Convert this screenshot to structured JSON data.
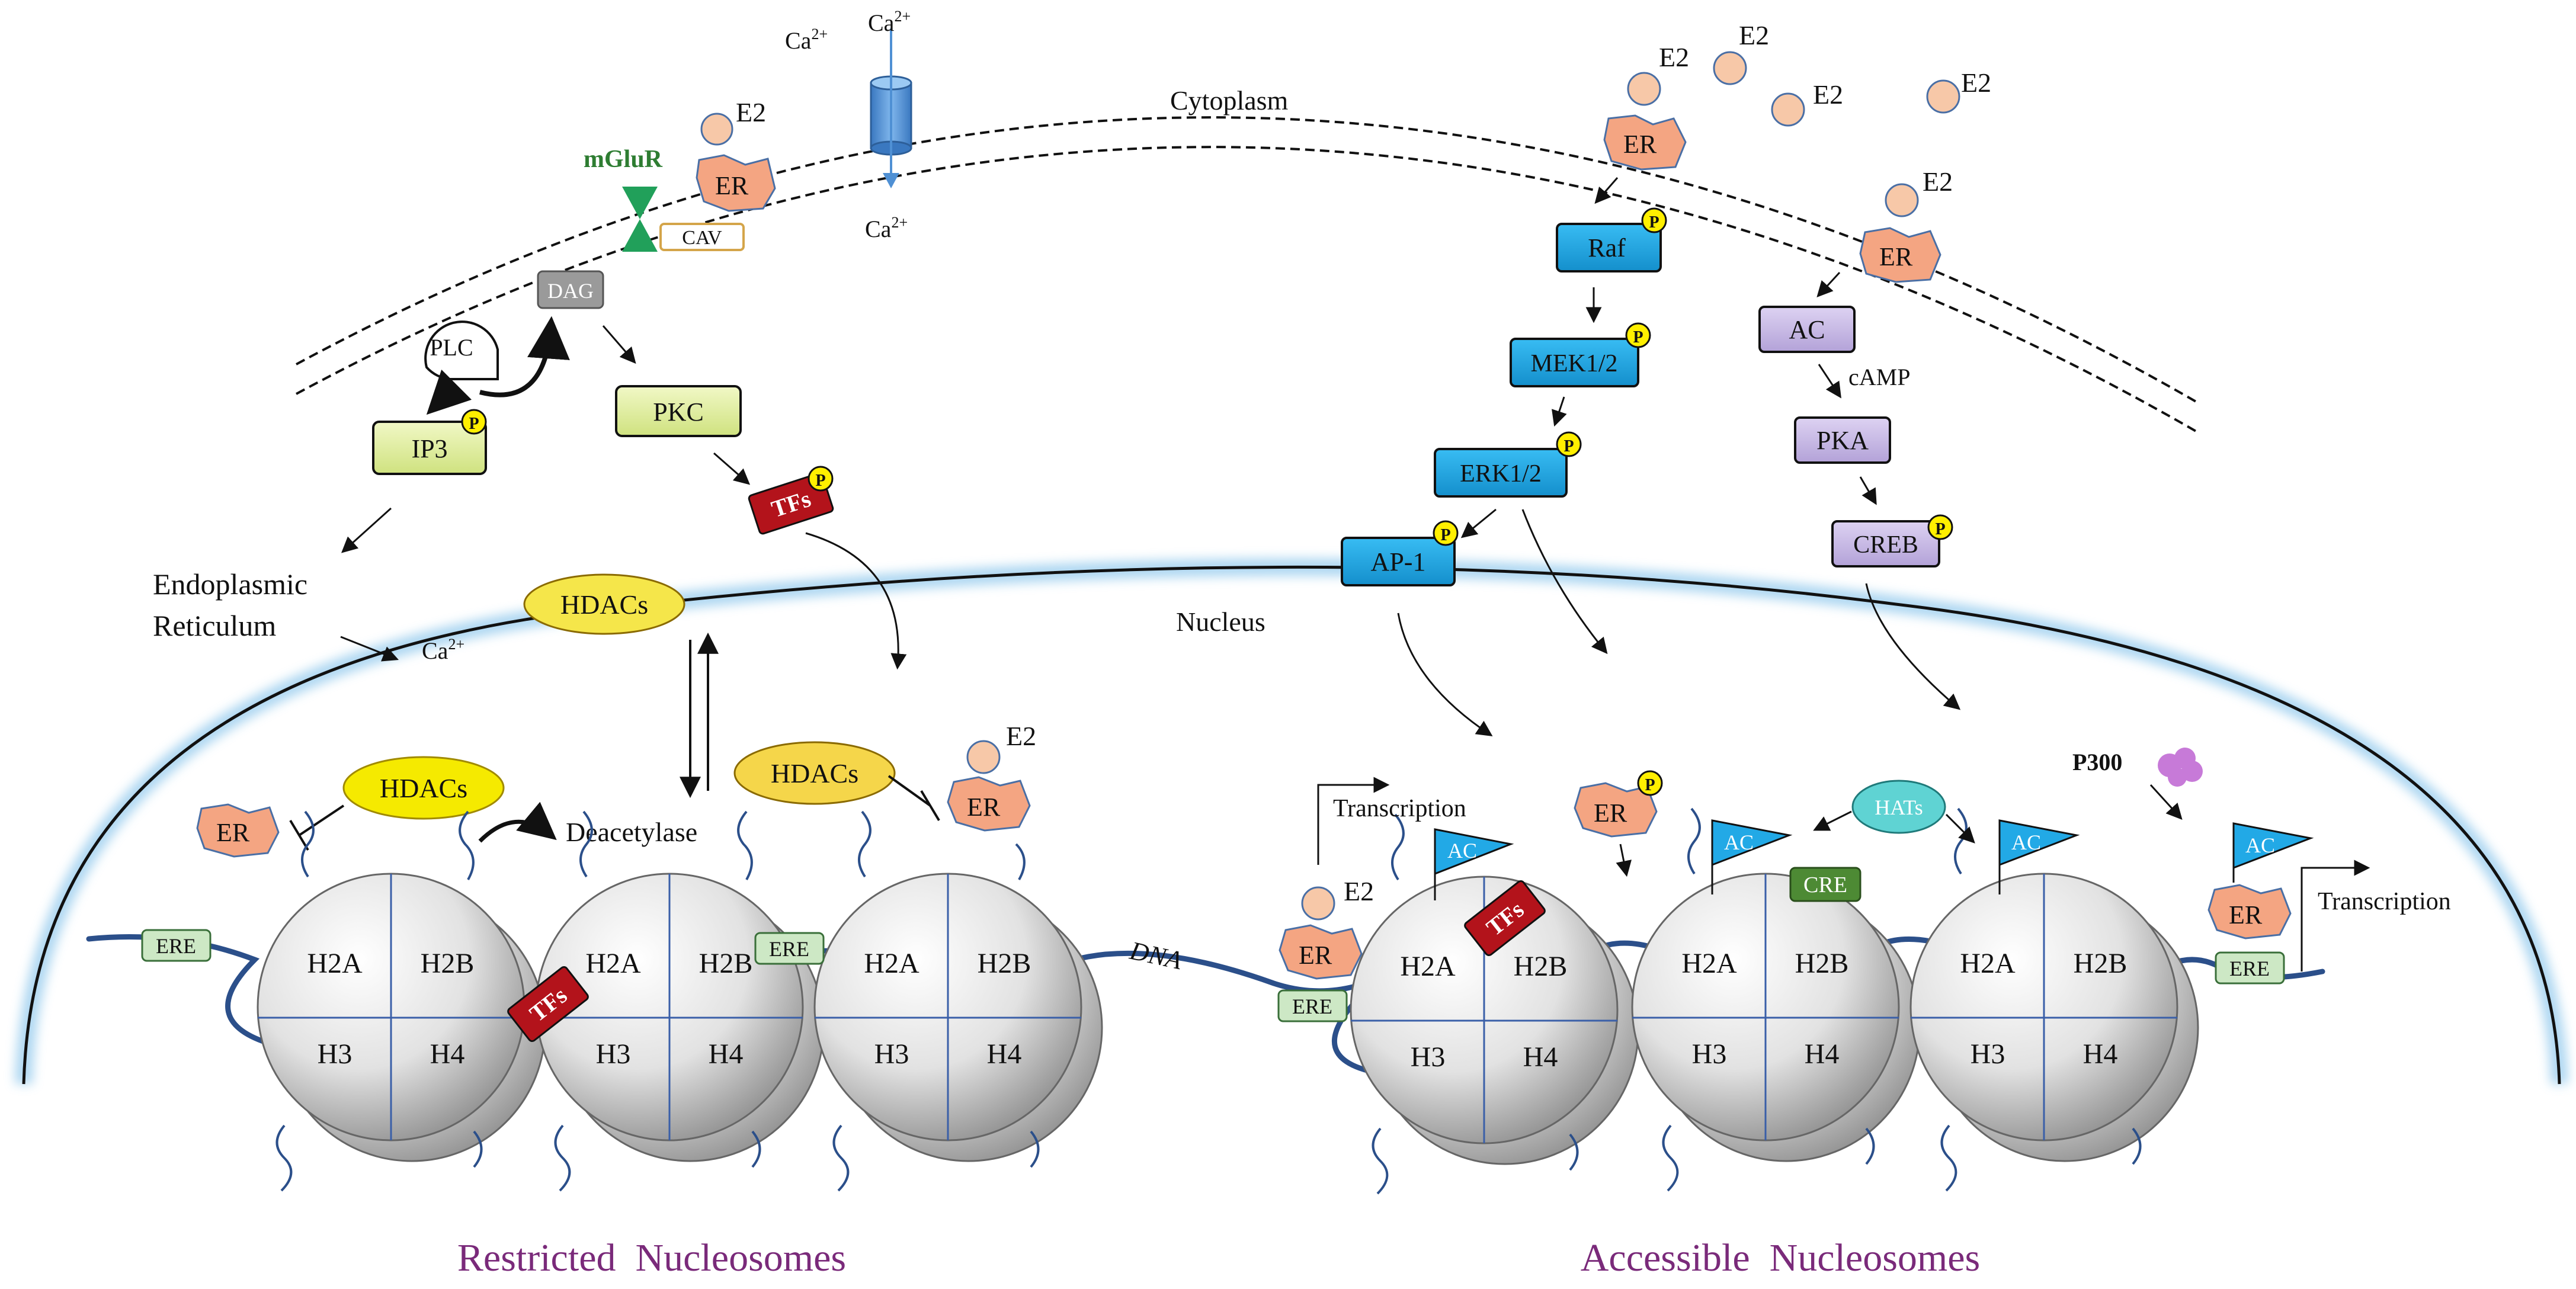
{
  "colors": {
    "er_fill": "#f4a582",
    "er_stroke": "#4a6fa5",
    "e2_fill": "#f7c8a8",
    "kinase_blue": "#22a9e6",
    "lavender": "#c8b9e6",
    "lime": "#e6f2a6",
    "hdac_yellow": "#f5e64a",
    "tf_red": "#b3131b",
    "phospho_yellow": "#ffef00",
    "ere_green": "#cde8c5",
    "cre_green": "#4d8a34",
    "hats_teal": "#5fd3d3",
    "dna_blue": "#2b4f8a",
    "membrane": "#111111",
    "nucleus_glow": "#a6d3f0",
    "mglur_green": "#21a05a",
    "mglur_label": "#2e7d32",
    "title_purple": "#7a2a7a",
    "p300_purple": "#c77ad8",
    "channel_blue": "#4f90d4",
    "dag_gray": "#9a9a9a"
  },
  "labels": {
    "cytoplasm": "Cytoplasm",
    "nucleus": "Nucleus",
    "ca": "Ca",
    "ca_sup": "2+",
    "e2": "E2",
    "er": "ER",
    "mglur": "mGluR",
    "cav": "CAV",
    "dag": "DAG",
    "plc": "PLC",
    "ip3": "IP3",
    "pkc": "PKC",
    "tfs": "TFs",
    "raf": "Raf",
    "mek": "MEK1/2",
    "erk": "ERK1/2",
    "ap1": "AP-1",
    "ac": "AC",
    "camp": "cAMP",
    "pka": "PKA",
    "creb": "CREB",
    "p": "P",
    "er_line1": "Endoplasmic",
    "er_line2": "Reticulum",
    "hdacs": "HDACs",
    "deacetylase": "Deacetylase",
    "transcription": "Transcription",
    "hats": "HATs",
    "p300": "P300",
    "ere": "ERE",
    "cre": "CRE",
    "dna": "DNA",
    "h2a": "H2A",
    "h2b": "H2B",
    "h3": "H3",
    "h4": "H4",
    "restricted": "Restricted  Nucleosomes",
    "accessible": "Accessible  Nucleosomes"
  }
}
